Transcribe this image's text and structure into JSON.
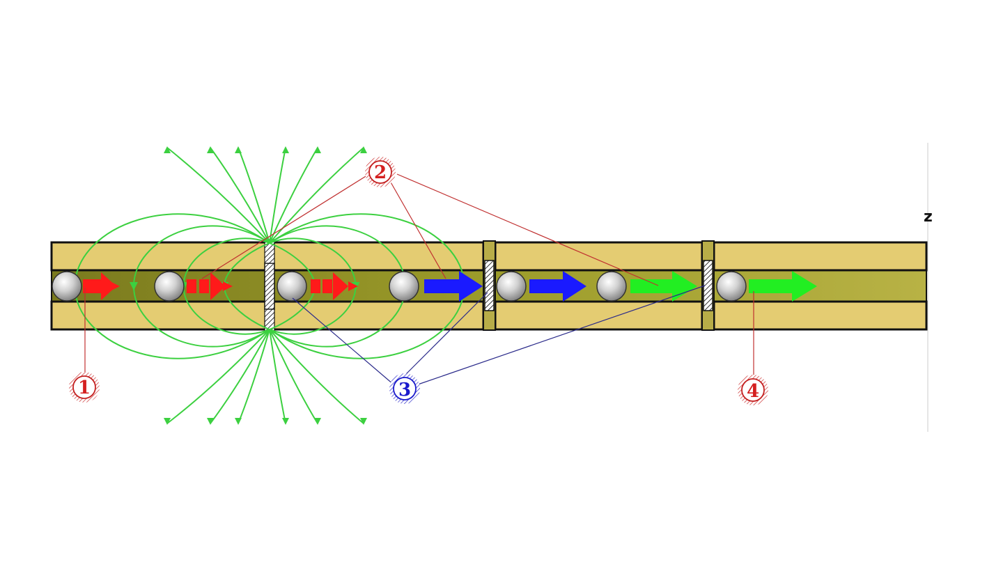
{
  "diagram": {
    "callouts": [
      {
        "id": "1",
        "label": "1",
        "color": "#d42020"
      },
      {
        "id": "2",
        "label": "2",
        "color": "#d42020"
      },
      {
        "id": "3",
        "label": "3",
        "color": "#1a1acc"
      },
      {
        "id": "4",
        "label": "4",
        "color": "#d42020"
      }
    ],
    "edge_glyph": "z",
    "colors": {
      "tube_wall": "#e4cc72",
      "tube_channel": "#a8aa2e",
      "ball": "#b8b8b8",
      "field_lines": "#3cd040",
      "arrow_red": "#ff1a1a",
      "arrow_blue": "#1a1aff",
      "arrow_green": "#22ee22",
      "leader_red": "#c03030",
      "leader_blue": "#2a2a8a"
    }
  }
}
